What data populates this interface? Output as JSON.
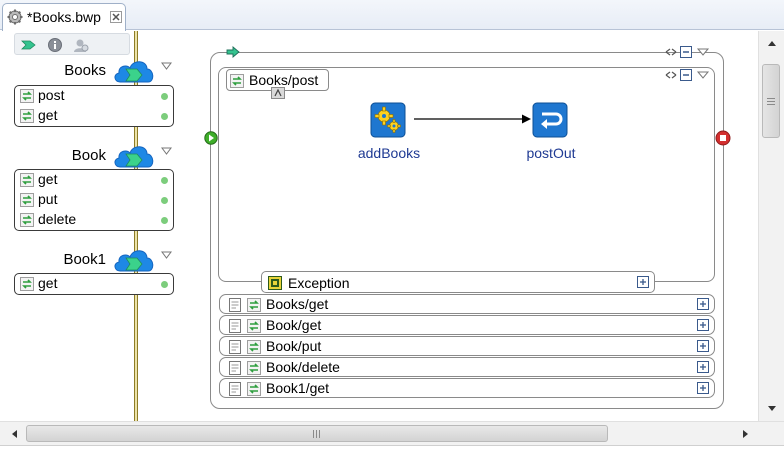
{
  "editor": {
    "tab_title": "*Books.bwp",
    "tab_icon": "gear-process-icon",
    "close_icon": "close-icon"
  },
  "palette": {
    "icons": [
      "forward-arrow-icon",
      "info-icon",
      "user-icon"
    ]
  },
  "resources": [
    {
      "name": "Books",
      "icon": "cloud-rest-icon",
      "operations": [
        "post",
        "get"
      ]
    },
    {
      "name": "Book",
      "icon": "cloud-rest-icon",
      "operations": [
        "get",
        "put",
        "delete"
      ]
    },
    {
      "name": "Book1",
      "icon": "cloud-rest-icon",
      "operations": [
        "get"
      ]
    }
  ],
  "process": {
    "scope_title": "Books/post",
    "activities": [
      {
        "label": "addBooks",
        "icon": "gear-activity-icon"
      },
      {
        "label": "postOut",
        "icon": "reply-activity-icon"
      }
    ],
    "exception_label": "Exception",
    "collapsed_operations": [
      "Books/get",
      "Book/get",
      "Book/put",
      "Book/delete",
      "Book1/get"
    ]
  },
  "colors": {
    "tab_border": "#9fb0c8",
    "cloud_blue": "#1e88e5",
    "activity_label": "#1f3a93",
    "status_green": "#7ccd7c",
    "lifeline": "#ece2a8",
    "start_green": "#3fae2a",
    "end_red": "#d32f2f"
  }
}
